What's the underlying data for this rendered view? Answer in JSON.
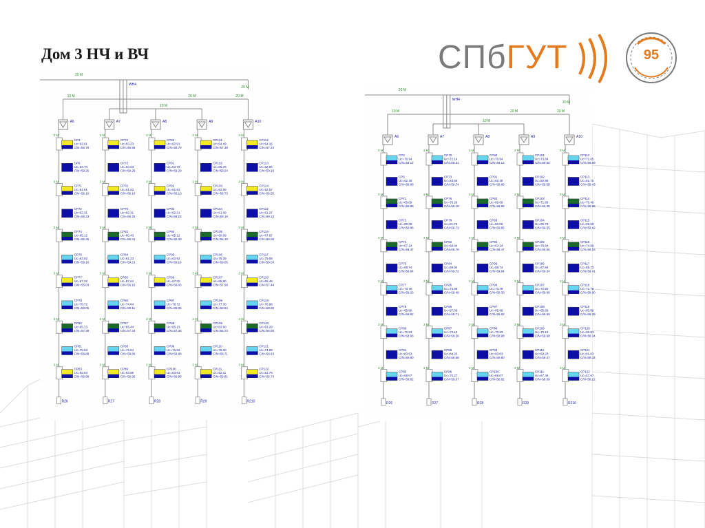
{
  "slide": {
    "title": "Дом 3 НЧ и ВЧ"
  },
  "logo": {
    "text_left": "СПб",
    "text_right": "ГУТ",
    "anniversary_number": "95",
    "colors": {
      "gray": "#7a7a7a",
      "orange": "#e37a1e"
    }
  },
  "colors": {
    "line": "#8a8a8a",
    "label_blue": "#1a1aa8",
    "label_green": "#2a8a2a",
    "cell_yellow": "#f2ea20",
    "cell_navy": "#0d0da8",
    "cell_cyan": "#66d6f0",
    "cell_green": "#1a6a2a"
  },
  "diagrams": [
    {
      "id": "nch",
      "splitter_label": "WH4",
      "top_cable_labels": [
        "20 M",
        "20 M"
      ],
      "branch_cable_labels": [
        "10 M",
        "20 M",
        "10 M",
        "20 M"
      ],
      "amplifiers": [
        "A6",
        "A7",
        "A8",
        "A9",
        "A10"
      ],
      "drop_label": "3 M",
      "terminators": [
        "R26",
        "R27",
        "R28",
        "R29",
        "R210"
      ],
      "columns": [
        [
          {
            "cp": "CP3",
            "uc": "Uc=62.91",
            "cn": "C/N=56.79"
          },
          {
            "cp": "CP6",
            "uc": "Uc=63.70",
            "cn": "C/N=59.25"
          },
          {
            "cp": "CP71",
            "uc": "Uc=61.61",
            "cn": "C/N=56.10"
          },
          {
            "cp": "CP72",
            "uc": "Uc=62.31",
            "cn": "C/N=59.23"
          },
          {
            "cp": "CP74",
            "uc": "Uc=65.12",
            "cn": "C/N=55.36"
          },
          {
            "cp": "CP75",
            "uc": "Uc=63.92",
            "cn": "C/N=59.16"
          },
          {
            "cp": "CP77",
            "uc": "Uc=67.32",
            "cn": "C/N=55.03"
          },
          {
            "cp": "CP78",
            "uc": "Uc=78.72",
            "cn": "C/N=59.05"
          },
          {
            "cp": "CP80",
            "uc": "Uc=65.13",
            "cn": "C/N=57.39"
          },
          {
            "cp": "CP81",
            "uc": "Uc=76.53",
            "cn": "C/N=58.88"
          },
          {
            "cp": "CP83",
            "uc": "Uc=63.63",
            "cn": "C/N=56.88"
          }
        ],
        [
          {
            "cp": "CP70",
            "uc": "Uc=63.23",
            "cn": "C/N=56.96"
          },
          {
            "cp": "CP73",
            "uc": "Uc=64.63",
            "cn": "C/N=59.29"
          },
          {
            "cp": "CP76",
            "uc": "Uc=61.63",
            "cn": "C/N=56.10"
          },
          {
            "cp": "CP79",
            "uc": "Uc=62.31",
            "cn": "C/N=59.26"
          },
          {
            "cp": "CP82",
            "uc": "Uc=60.43",
            "cn": "C/N=55.31"
          },
          {
            "cp": "CP84",
            "uc": "Uc=61.23",
            "cn": "C/N=59.21"
          },
          {
            "cp": "CP85",
            "uc": "Uc=67.64",
            "cn": "C/N=56.16"
          },
          {
            "cp": "CP86",
            "uc": "Uc=74.04",
            "cn": "C/N=59.11"
          },
          {
            "cp": "CP87",
            "uc": "Uc=65.44",
            "cn": "C/N=57.44"
          },
          {
            "cp": "CP88",
            "uc": "Uc=76.84",
            "cn": "C/N=58.86"
          },
          {
            "cp": "CP89",
            "uc": "Uc=63.96",
            "cn": "C/N=56.96"
          }
        ],
        [
          {
            "cp": "CP90",
            "uc": "Uc=62.91",
            "cn": "C/N=56.79"
          },
          {
            "cp": "CP91",
            "uc": "Uc=63.70",
            "cn": "C/N=59.29"
          },
          {
            "cp": "CP92",
            "uc": "Uc=61.63",
            "cn": "C/N=56.10"
          },
          {
            "cp": "CP93",
            "uc": "Uc=62.31",
            "cn": "C/N=59.23"
          },
          {
            "cp": "CP94",
            "uc": "Uc=65.12",
            "cn": "C/N=55.30"
          },
          {
            "cp": "CP95",
            "uc": "Uc=63.92",
            "cn": "C/N=59.16"
          },
          {
            "cp": "CP96",
            "uc": "Uc=67.32",
            "cn": "C/N=56.03"
          },
          {
            "cp": "CP97",
            "uc": "Uc=78.72",
            "cn": "C/N=59.05"
          },
          {
            "cp": "CP98",
            "uc": "Uc=65.13",
            "cn": "C/N=57.35"
          },
          {
            "cp": "CP99",
            "uc": "Uc=76.53",
            "cn": "C/N=58.98"
          },
          {
            "cp": "CP100",
            "uc": "Uc=63.63",
            "cn": "C/N=56.88"
          }
        ],
        [
          {
            "cp": "CP101",
            "uc": "Uc=64.49",
            "cn": "C/N=57.38"
          },
          {
            "cp": "CP102",
            "uc": "Uc=65.79",
            "cn": "C/N=59.24"
          },
          {
            "cp": "CP103",
            "uc": "Uc=62.99",
            "cn": "C/N=56.73"
          },
          {
            "cp": "CP104",
            "uc": "Uc=61.09",
            "cn": "C/N=59.18"
          },
          {
            "cp": "CP105",
            "uc": "Uc=60.09",
            "cn": "C/N=58.18"
          },
          {
            "cp": "CP106",
            "uc": "Uc=79.39",
            "cn": "C/N=59.05"
          },
          {
            "cp": "CP107",
            "uc": "Uc=65.90",
            "cn": "C/N=57.58"
          },
          {
            "cp": "CP108",
            "uc": "Uc=77.30",
            "cn": "C/N=58.94"
          },
          {
            "cp": "CP109",
            "uc": "Uc=63.90",
            "cn": "C/N=56.73"
          },
          {
            "cp": "CP110",
            "uc": "Uc=75.00",
            "cn": "C/N=58.71"
          },
          {
            "cp": "CP111",
            "uc": "Uc=62.11",
            "cn": "C/N=56.81"
          }
        ],
        [
          {
            "cp": "CP112",
            "uc": "Uc=64.16",
            "cn": "C/N=57.24"
          },
          {
            "cp": "CP113",
            "uc": "Uc=62.96",
            "cn": "C/N=59.19"
          },
          {
            "cp": "CP114",
            "uc": "Uc=62.57",
            "cn": "C/N=56.55"
          },
          {
            "cp": "CP115",
            "uc": "Uc=61.27",
            "cn": "C/N=59.13"
          },
          {
            "cp": "CP116",
            "uc": "Uc=67.87",
            "cn": "C/N=58.08"
          },
          {
            "cp": "CP117",
            "uc": "Uc=79.08",
            "cn": "C/N=59.03"
          },
          {
            "cp": "CP118",
            "uc": "Uc=65.48",
            "cn": "C/N=57.44"
          },
          {
            "cp": "CP119",
            "uc": "Uc=76.98",
            "cn": "C/N=58.89"
          },
          {
            "cp": "CP120",
            "uc": "Uc=63.29",
            "cn": "C/N=56.58"
          },
          {
            "cp": "CP121",
            "uc": "Uc=74.69",
            "cn": "C/N=58.63"
          },
          {
            "cp": "CP122",
            "uc": "Uc=61.79",
            "cn": "C/N=56.73"
          }
        ]
      ]
    },
    {
      "id": "vch",
      "splitter_label": "WH4",
      "top_cable_labels": [
        "20 M",
        "20 M"
      ],
      "branch_cable_labels": [
        "10 M",
        "20 M",
        "10 M",
        "20 M"
      ],
      "amplifiers": [
        "A6",
        "A7",
        "A8",
        "A9",
        "A10"
      ],
      "drop_label": "3 M",
      "terminators": [
        "R26",
        "R27",
        "R28",
        "R29",
        "R210"
      ],
      "columns": [
        [
          {
            "cp": "CP3",
            "uc": "Uc=70.94",
            "cn": "C/N=59.12"
          },
          {
            "cp": "CP6",
            "uc": "Uc=82.45",
            "cn": "C/N=59.88"
          },
          {
            "cp": "CP71",
            "uc": "Uc=69.09",
            "cn": "C/N=58.88"
          },
          {
            "cp": "CP72",
            "uc": "Uc=80.09",
            "cn": "C/N=59.86"
          },
          {
            "cp": "CP74",
            "uc": "Uc=67.24",
            "cn": "C/N=58.47"
          },
          {
            "cp": "CP75",
            "uc": "Uc=88.74",
            "cn": "C/N=59.84"
          },
          {
            "cp": "CP77",
            "uc": "Uc=73.79",
            "cn": "C/N=59.33"
          },
          {
            "cp": "CP78",
            "uc": "Uc=85.89",
            "cn": "C/N=59.82"
          },
          {
            "cp": "CP80",
            "uc": "Uc=70.93",
            "cn": "C/N=58.98"
          },
          {
            "cp": "CP81",
            "uc": "Uc=83.63",
            "cn": "C/N=59.80"
          },
          {
            "cp": "CP83",
            "uc": "Uc=69.07",
            "cn": "C/N=58.82"
          }
        ],
        [
          {
            "cp": "CP70",
            "uc": "Uc=72.14",
            "cn": "C/N=59.31"
          },
          {
            "cp": "CP73",
            "uc": "Uc=83.65",
            "cn": "C/N=59.74"
          },
          {
            "cp": "CP76",
            "uc": "Uc=70.29",
            "cn": "C/N=59.18"
          },
          {
            "cp": "CP79",
            "uc": "Uc=81.79",
            "cn": "C/N=59.73"
          },
          {
            "cp": "CP82",
            "uc": "Uc=68.44",
            "cn": "C/N=58.79"
          },
          {
            "cp": "CP84",
            "uc": "Uc=89.94",
            "cn": "C/N=59.72"
          },
          {
            "cp": "CP85",
            "uc": "Uc=74.98",
            "cn": "C/N=59.48"
          },
          {
            "cp": "CP86",
            "uc": "Uc=87.09",
            "cn": "C/N=59.71"
          },
          {
            "cp": "CP87",
            "uc": "Uc=72.13",
            "cn": "C/N=59.26"
          },
          {
            "cp": "CP88",
            "uc": "Uc=84.23",
            "cn": "C/N=59.68"
          },
          {
            "cp": "CP89",
            "uc": "Uc=70.27",
            "cn": "C/N=59.07"
          }
        ],
        [
          {
            "cp": "CP90",
            "uc": "Uc=70.94",
            "cn": "C/N=59.12"
          },
          {
            "cp": "CP91",
            "uc": "Uc=82.45",
            "cn": "C/N=59.86"
          },
          {
            "cp": "CP92",
            "uc": "Uc=69.09",
            "cn": "C/N=58.86"
          },
          {
            "cp": "CP93",
            "uc": "Uc=80.09",
            "cn": "C/N=59.85"
          },
          {
            "cp": "CP94",
            "uc": "Uc=67.24",
            "cn": "C/N=58.47"
          },
          {
            "cp": "CP95",
            "uc": "Uc=88.74",
            "cn": "C/N=59.84"
          },
          {
            "cp": "CP96",
            "uc": "Uc=73.78",
            "cn": "C/N=59.33"
          },
          {
            "cp": "CP97",
            "uc": "Uc=85.89",
            "cn": "C/N=59.82"
          },
          {
            "cp": "CP98",
            "uc": "Uc=70.93",
            "cn": "C/N=58.98"
          },
          {
            "cp": "CP99",
            "uc": "Uc=83.03",
            "cn": "C/N=59.80"
          },
          {
            "cp": "CP100",
            "uc": "Uc=69.07",
            "cn": "C/N=58.82"
          }
        ],
        [
          {
            "cp": "CP101",
            "uc": "Uc=73.84",
            "cn": "C/N=59.59"
          },
          {
            "cp": "CP102",
            "uc": "Uc=82.95",
            "cn": "C/N=59.58"
          },
          {
            "cp": "CP103",
            "uc": "Uc=71.89",
            "cn": "C/N=59.35"
          },
          {
            "cp": "CP104",
            "uc": "Uc=80.79",
            "cn": "C/N=59.55"
          },
          {
            "cp": "CP105",
            "uc": "Uc=75.84",
            "cn": "C/N=59.56"
          },
          {
            "cp": "CP106",
            "uc": "Uc=87.94",
            "cn": "C/N=59.34"
          },
          {
            "cp": "CP107",
            "uc": "Uc=72.90",
            "cn": "C/N=59.80"
          },
          {
            "cp": "CP108",
            "uc": "Uc=85.69",
            "cn": "C/N=59.59"
          },
          {
            "cp": "CP109",
            "uc": "Uc=70.13",
            "cn": "C/N=59.68"
          },
          {
            "cp": "CP110",
            "uc": "Uc=82.23",
            "cn": "C/N=59.47"
          },
          {
            "cp": "CP111",
            "uc": "Uc=67.49",
            "cn": "C/N=58.09"
          }
        ],
        [
          {
            "cp": "CP112",
            "uc": "Uc=72.65",
            "cn": "C/N=59.69"
          },
          {
            "cp": "CP113",
            "uc": "Uc=81.70",
            "cn": "C/N=59.43"
          },
          {
            "cp": "CP114",
            "uc": "Uc=70.49",
            "cn": "C/N=58.86"
          },
          {
            "cp": "CP115",
            "uc": "Uc=89.59",
            "cn": "C/N=59.42"
          },
          {
            "cp": "CP116",
            "uc": "Uc=74.89",
            "cn": "C/N=59.16"
          },
          {
            "cp": "CP117",
            "uc": "Uc=86.73",
            "cn": "C/N=59.41"
          },
          {
            "cp": "CP118",
            "uc": "Uc=71.79",
            "cn": "C/N=58.90"
          },
          {
            "cp": "CP119",
            "uc": "Uc=83.89",
            "cn": "C/N=59.39"
          },
          {
            "cp": "CP120",
            "uc": "Uc=68.93",
            "cn": "C/N=58.34"
          },
          {
            "cp": "CP121",
            "uc": "Uc=81.03",
            "cn": "C/N=59.32"
          },
          {
            "cp": "CP122",
            "uc": "Uc=67.67",
            "cn": "C/N=58.22"
          }
        ]
      ]
    }
  ]
}
